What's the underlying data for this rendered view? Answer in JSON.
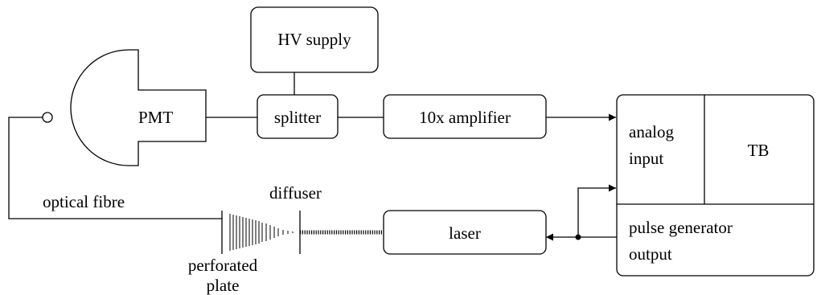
{
  "components": {
    "hv_supply": "HV supply",
    "pmt": "PMT",
    "splitter": "splitter",
    "amplifier": "10x amplifier",
    "laser": "laser",
    "tb": "TB",
    "analog_input_line1": "analog",
    "analog_input_line2": "input",
    "pulse_gen_line1": "pulse generator",
    "pulse_gen_line2": "output"
  },
  "labels": {
    "optical_fibre": "optical fibre",
    "diffuser": "diffuser",
    "perforated_line1": "perforated",
    "perforated_line2": "plate"
  }
}
